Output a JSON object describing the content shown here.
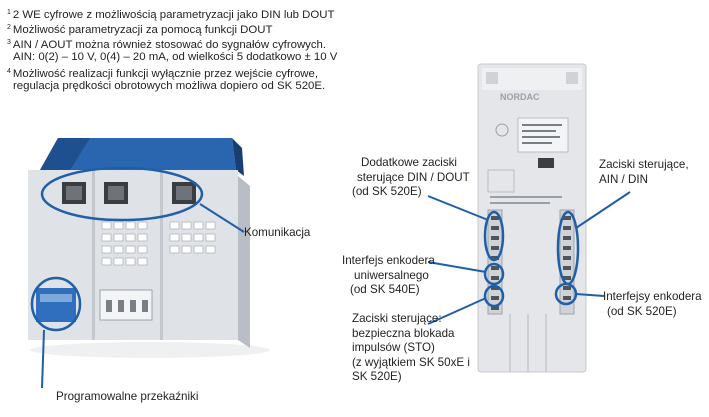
{
  "footnotes": [
    {
      "num": "1",
      "lines": [
        "2 WE cyfrowe z możliwością parametryzacji jako DIN lub DOUT"
      ]
    },
    {
      "num": "2",
      "lines": [
        "Możliwość parametryzacji za pomocą funkcji DOUT"
      ]
    },
    {
      "num": "3",
      "lines": [
        "AIN / AOUT można również stosować do sygnałów cyfrowych.",
        "AIN: 0(2) – 10 V, 0(4) – 20 mA, od wielkości 5 dodatkowo ± 10 V"
      ]
    },
    {
      "num": "4",
      "lines": [
        "Możliwość realizacji funkcji wyłącznie przez wejście cyfrowe,",
        "regulacja prędkości obrotowych możliwa dopiero od SK 520E."
      ]
    }
  ],
  "left_image": {
    "labels": {
      "komunikacja": "Komunikacja",
      "przekazniki": "Programowalne przekaźniki"
    }
  },
  "right_image": {
    "brand": "NORDAC",
    "labels": {
      "dodatkowe": [
        "Dodatkowe zaciski",
        "sterujące DIN / DOUT",
        "(od SK 520E)"
      ],
      "interfejs_enkodera": [
        "Interfejs enkodera",
        "uniwersalnego",
        "(od SK 540E)"
      ],
      "zaciski_sto": [
        "Zaciski sterujące:",
        "bezpieczna blokada",
        "impulsów (STO)",
        "(z wyjątkiem SK 50xE i",
        "SK 520E)"
      ],
      "zaciski_ain": [
        "Zaciski sterujące,",
        "AIN / DIN"
      ],
      "interfejsy_enkodera": [
        "Interfejsy enkodera",
        "(od SK 520E)"
      ]
    }
  },
  "colors": {
    "accent_blue": "#1f5fa8",
    "device_grey": "#e4e6e9",
    "text": "#231f20"
  }
}
